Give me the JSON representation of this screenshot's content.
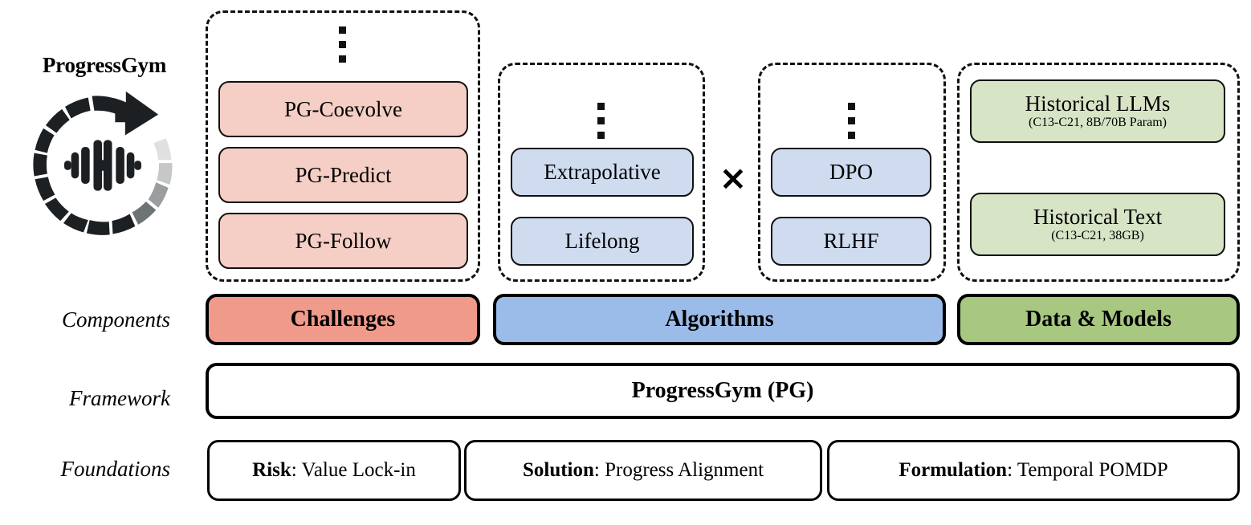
{
  "brand": {
    "title": "ProgressGym",
    "logo_icon": "progress-ring-dumbbell-icon"
  },
  "row_labels": {
    "components": "Components",
    "framework": "Framework",
    "foundations": "Foundations"
  },
  "symbols": {
    "cross": "×",
    "vertical_ellipsis": "⋮"
  },
  "groups": {
    "challenges": {
      "label": "Challenges",
      "bar_color": "#ef9a8a",
      "pill_color": "#f5cfc6",
      "has_ellipsis": true,
      "items": [
        {
          "title": "PG-Coevolve",
          "sub": ""
        },
        {
          "title": "PG-Predict",
          "sub": ""
        },
        {
          "title": "PG-Follow",
          "sub": ""
        }
      ]
    },
    "algorithms": {
      "label": "Algorithms",
      "bar_color": "#9bbbe8",
      "pill_color": "#cfdcf0",
      "left": {
        "has_ellipsis": true,
        "items": [
          {
            "title": "Extrapolative",
            "sub": ""
          },
          {
            "title": "Lifelong",
            "sub": ""
          }
        ]
      },
      "right": {
        "has_ellipsis": true,
        "items": [
          {
            "title": "DPO",
            "sub": ""
          },
          {
            "title": "RLHF",
            "sub": ""
          }
        ]
      }
    },
    "data_models": {
      "label": "Data & Models",
      "bar_color": "#a8c781",
      "pill_color": "#d7e4c5",
      "has_ellipsis": false,
      "items": [
        {
          "title": "Historical LLMs",
          "sub": "(C13-C21, 8B/70B Param)"
        },
        {
          "title": "Historical Text",
          "sub": "(C13-C21, 38GB)"
        }
      ]
    }
  },
  "framework": {
    "label": "ProgressGym (PG)"
  },
  "foundations": [
    {
      "key": "Risk",
      "sep": ": ",
      "value": "Value Lock-in"
    },
    {
      "key": "Solution",
      "sep": ": ",
      "value": "Progress Alignment"
    },
    {
      "key": "Formulation",
      "sep": ": ",
      "value": "Temporal POMDP"
    }
  ]
}
